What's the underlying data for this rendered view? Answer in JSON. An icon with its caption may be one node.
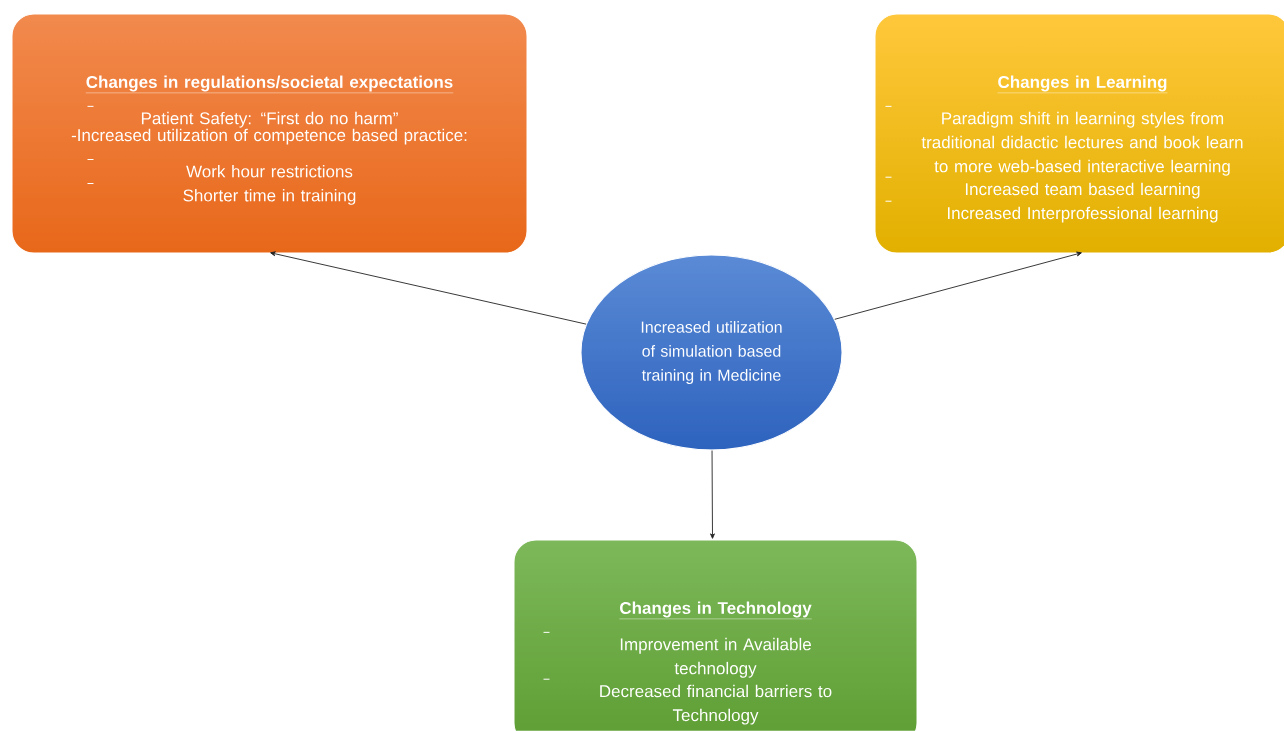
{
  "diagram": {
    "nodes": [
      {
        "text": [
          "Changes in regulations/societal expectations",
          "Patient Safety: “First do no harm”",
          "-Increased utilization of competence based practice:",
          "Work hour restrictions",
          "Shorter time in training"
        ]
      },
      {
        "text": [
          "Changes in Learning",
          "Paradigm shift in learning styles from traditional didactic lectures and book learn to more web-based interactive learning",
          "Increased team based learning",
          "Increased Interprofessional learning"
        ]
      },
      {
        "text": [
          "Increased utilization of simulation based training in Medicine"
        ]
      },
      {
        "text": [
          "Changes in Technology",
          "Improvement in Available technology",
          "Decreased financial barriers to Technology"
        ]
      }
    ],
    "edges": [
      {
        "from": 2,
        "to": 0,
        "arrow": "to"
      },
      {
        "from": 2,
        "to": 1,
        "arrow": "to"
      },
      {
        "from": 2,
        "to": 3,
        "arrow": "to"
      }
    ]
  }
}
